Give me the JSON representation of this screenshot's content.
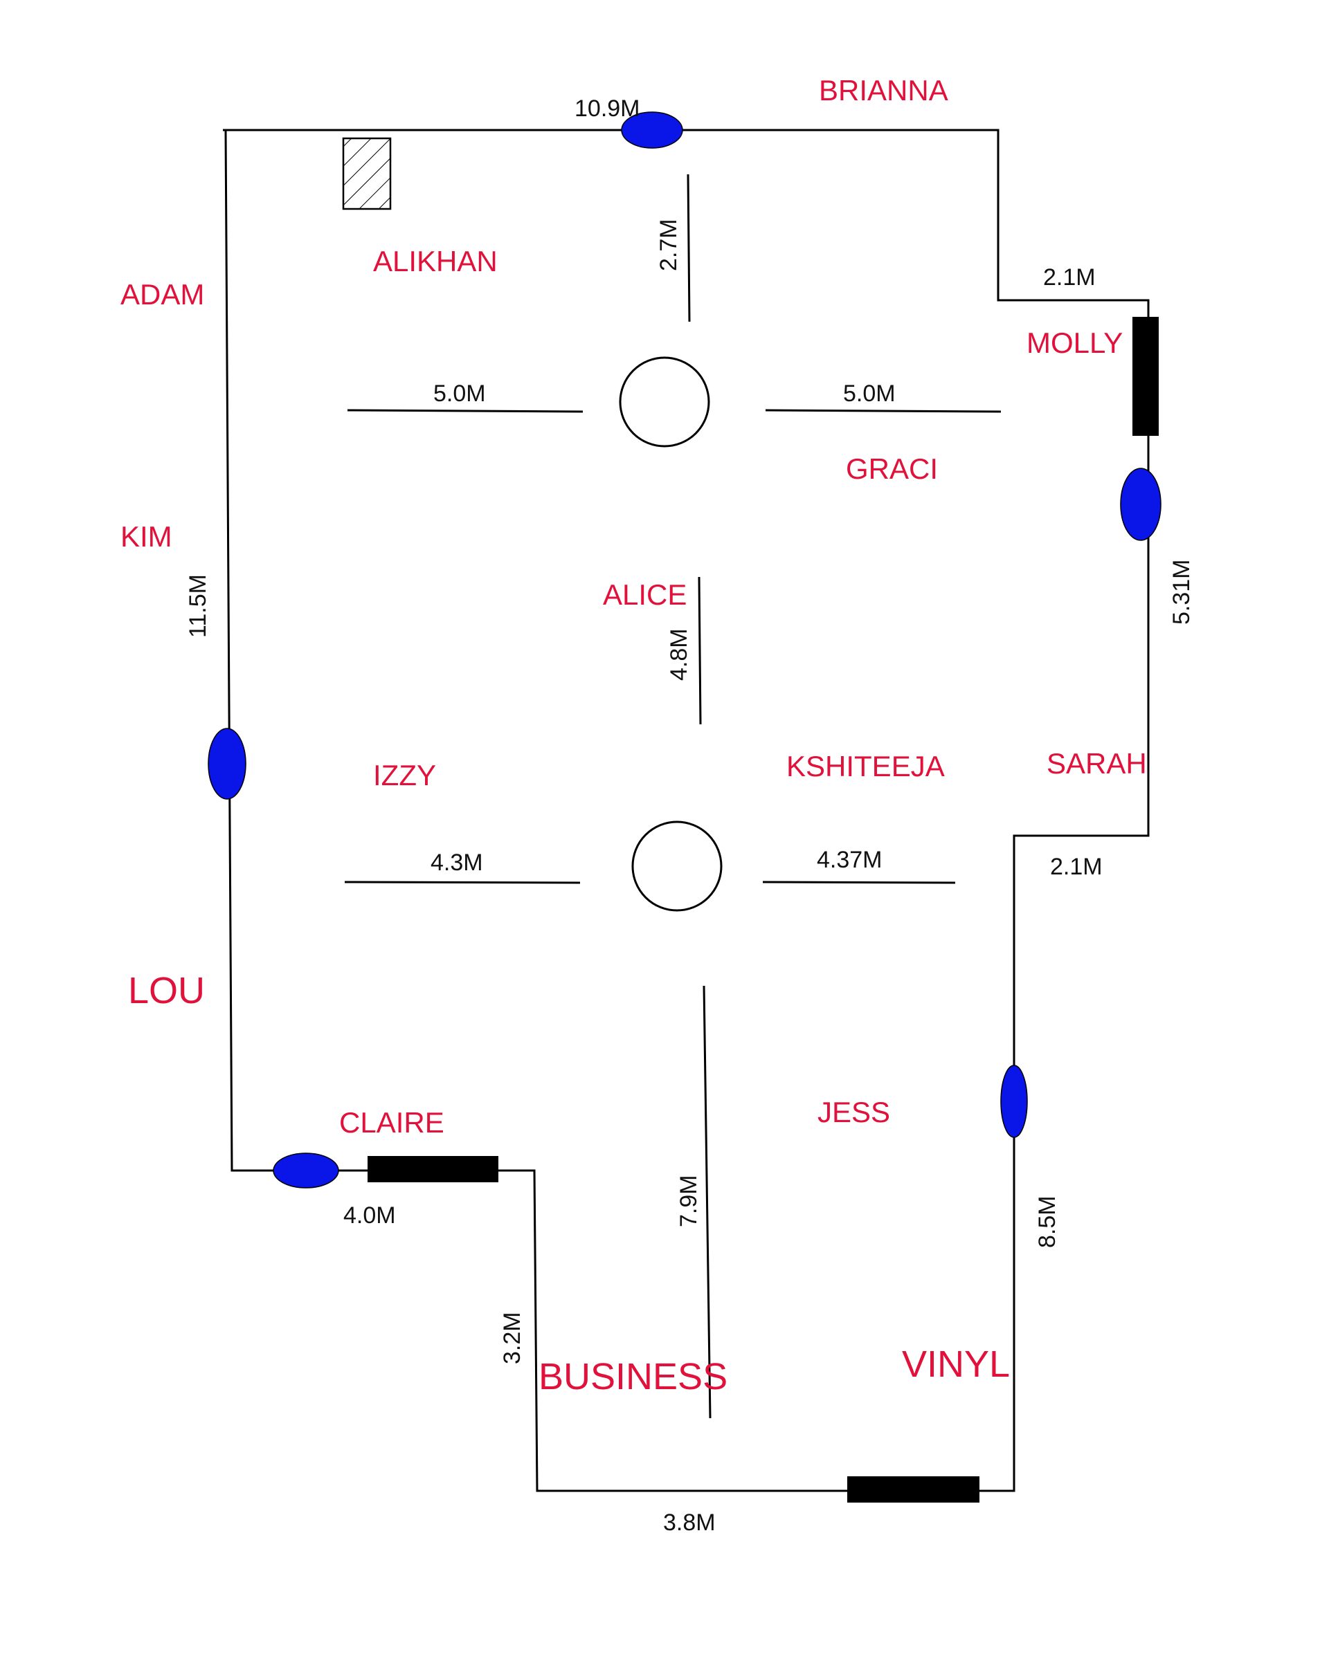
{
  "colors": {
    "label": "#e0113a",
    "dimension": "#111111",
    "wall": "#000000",
    "door": "#0a16e8",
    "window": "#000000"
  },
  "rooms": {
    "brianna": "BRIANNA",
    "adam": "ADAM",
    "alikhan": "ALIKHAN",
    "molly": "MOLLY",
    "graci": "GRACI",
    "kim": "KIM",
    "alice": "ALICE",
    "izzy": "IZZY",
    "kshiteeja": "KSHITEEJA",
    "sarah": "SARAH",
    "lou": "LOU",
    "claire": "CLAIRE",
    "jess": "JESS",
    "business": "BUSINESS",
    "vinyl": "VINYL"
  },
  "dimensions": {
    "top_wall": "10.9M",
    "top_partition": "2.7M",
    "right_step_upper": "2.1M",
    "upper_left_partition": "5.0M",
    "upper_right_partition": "5.0M",
    "right_wall_upper": "5.31M",
    "left_wall": "11.5M",
    "middle_partition": "4.8M",
    "lower_left_partition": "4.3M",
    "lower_right_partition": "4.37M",
    "right_step_lower": "2.1M",
    "bottom_left_wall": "4.0M",
    "long_partition": "7.9M",
    "right_wall_lower": "8.5M",
    "bottom_step": "3.2M",
    "bottom_wall": "3.8M"
  },
  "icons": {
    "door": "door-icon",
    "window": "window-icon",
    "column": "column-icon",
    "cabinet": "cabinet-icon"
  }
}
